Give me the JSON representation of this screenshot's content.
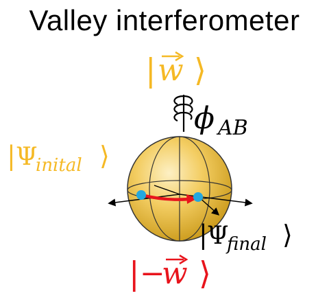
{
  "title": "Valley interferometer",
  "colors": {
    "ket_w": "#f5b925",
    "ket_minus_w": "#e8141c",
    "sphere_light": "#fbe5a2",
    "sphere_dark": "#d7a321",
    "path": "#e8141c",
    "marker": "#24a8e0",
    "text": "#000000"
  },
  "labels": {
    "ket_w": {
      "symbol": "w",
      "color_key": "ket_w"
    },
    "ket_minus_w": {
      "sign": "−",
      "symbol": "w",
      "color_key": "ket_minus_w"
    },
    "phase": {
      "symbol": "ϕ",
      "subscript": "AB"
    },
    "psi_initial": {
      "symbol": "Ψ",
      "subscript": "inital",
      "color_key": "ket_w"
    },
    "psi_final": {
      "symbol": "Ψ",
      "subscript": "final"
    }
  },
  "icons": [
    "rotation-arrow-icon",
    "vector-arrow-icon"
  ]
}
